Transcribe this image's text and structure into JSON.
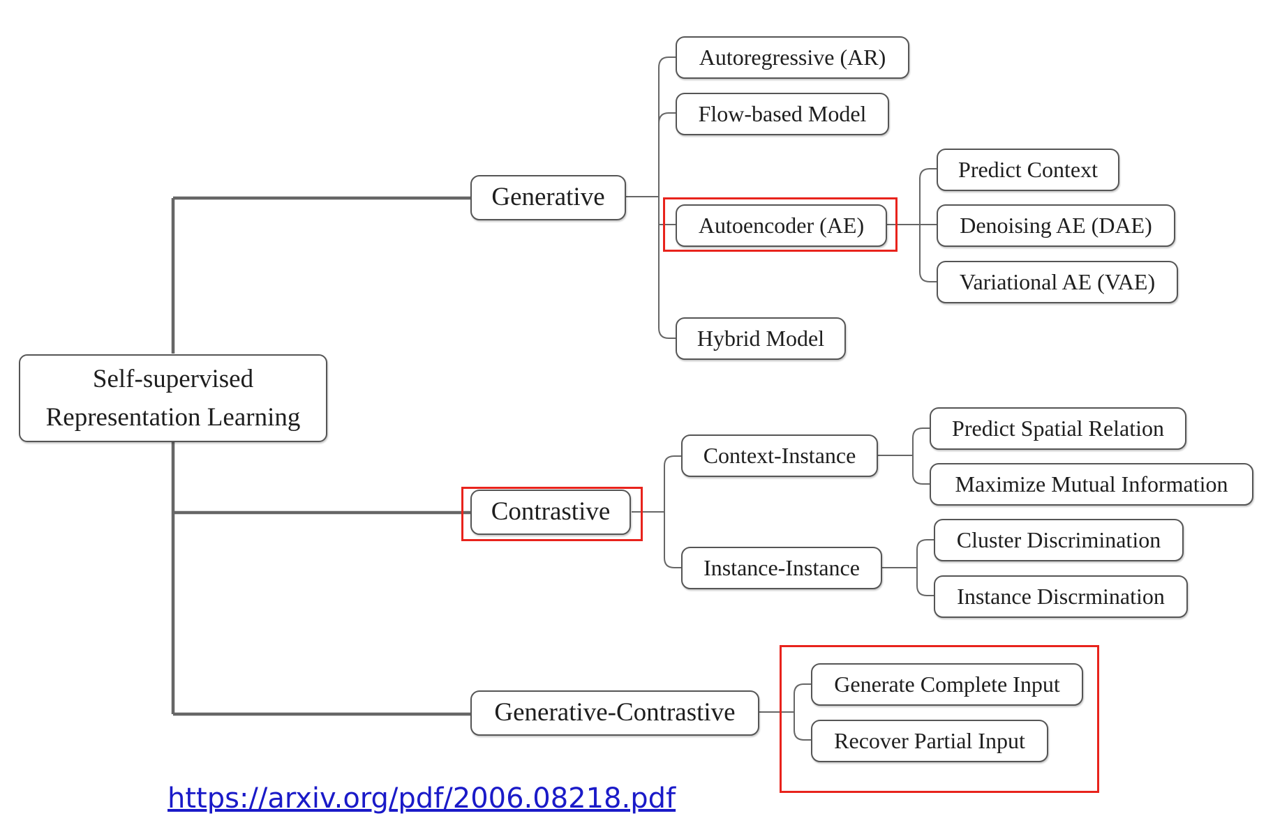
{
  "diagram": {
    "root": {
      "line1": "Self-supervised",
      "line2": "Representation Learning"
    },
    "generative": {
      "label": "Generative",
      "children": {
        "ar": "Autoregressive (AR)",
        "flow": "Flow-based Model",
        "ae": "Autoencoder (AE)",
        "hybrid": "Hybrid Model"
      },
      "ae_children": {
        "predict_context": "Predict Context",
        "dae": "Denoising AE (DAE)",
        "vae": "Variational AE (VAE)"
      }
    },
    "contrastive": {
      "label": "Contrastive",
      "children": {
        "context_instance": "Context-Instance",
        "instance_instance": "Instance-Instance"
      },
      "context_instance_children": {
        "spatial": "Predict Spatial Relation",
        "mutual": "Maximize Mutual Information"
      },
      "instance_instance_children": {
        "cluster": "Cluster Discrimination",
        "instance": "Instance Discrmination"
      }
    },
    "generative_contrastive": {
      "label": "Generative-Contrastive",
      "children": {
        "complete": "Generate Complete Input",
        "partial": "Recover Partial Input"
      }
    }
  },
  "link": {
    "url": "https://arxiv.org/pdf/2006.08218.pdf"
  },
  "colors": {
    "highlight": "#e8231c",
    "line": "#666666",
    "link": "#1a1ac8"
  }
}
